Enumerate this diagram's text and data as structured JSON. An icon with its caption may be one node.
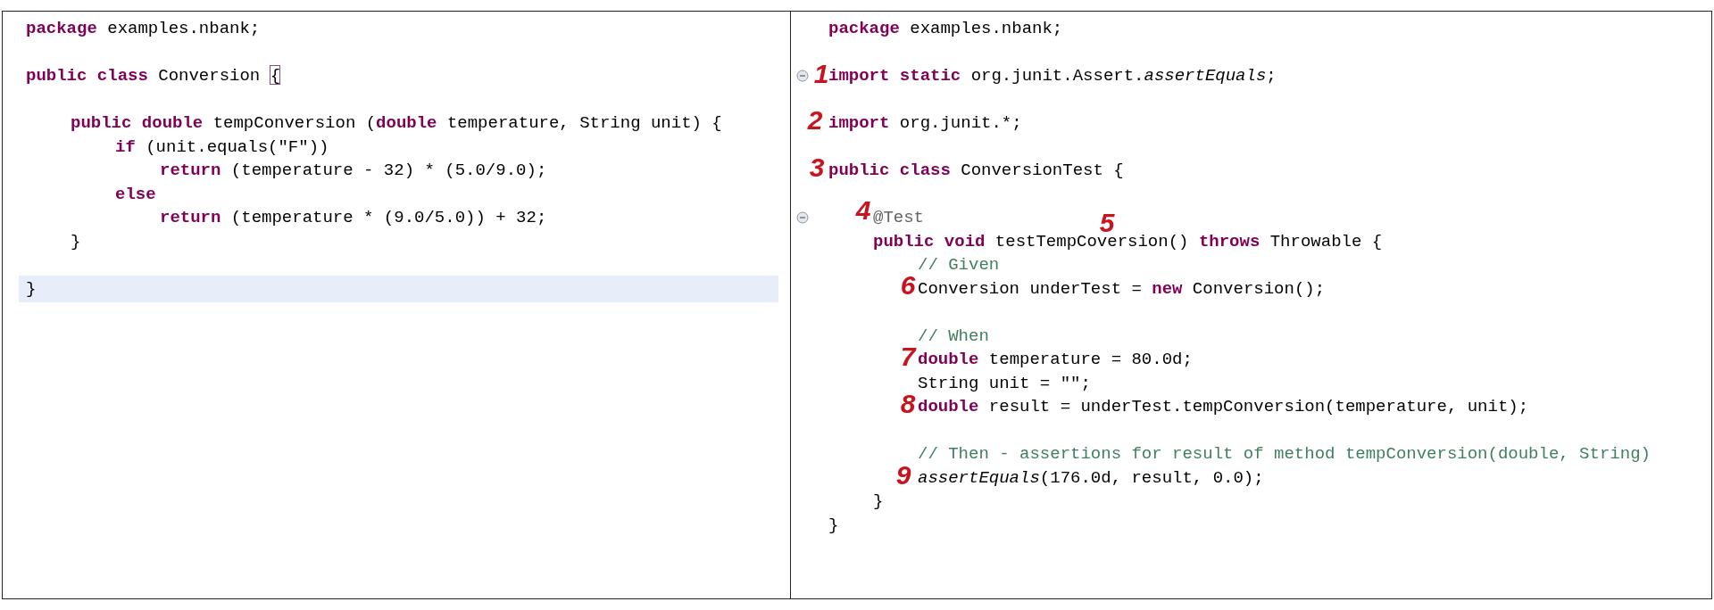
{
  "diagram": {
    "nodes": [
      {
        "text": [
          "**package** examples.nbank;",
          "**public** **class** Conversion {",
          "**public** **double** tempConversion (**double** temperature, String unit) {",
          "**if** (unit.equals(\"F\"))",
          "**return** (temperature - 32) * (5.0/9.0);",
          "**else**",
          "**return** (temperature * (9.0/5.0)) + 32;",
          "}",
          "}"
        ]
      },
      {
        "text": [
          "**package** examples.nbank;",
          "**import** **static** org.junit.Assert.*assertEquals*;",
          "**import** org.junit.*;",
          "**public** **class** ConversionTest {",
          "@Test",
          "**public** **void** testTempCoversion() **throws** Throwable {",
          "// Given",
          "Conversion underTest = **new** Conversion();",
          "// When",
          "**double** temperature = 80.0d;",
          "String unit = \"\";",
          "**double** result = underTest.tempConversion(temperature, unit);",
          "// Then - assertions for result of method tempConversion(double, String)",
          "*assertEquals*(176.0d, result, 0.0);",
          "}",
          "}"
        ]
      }
    ],
    "edges": [],
    "labels": [
      "1",
      "2",
      "3",
      "4",
      "5",
      "6",
      "7",
      "8",
      "9"
    ]
  }
}
